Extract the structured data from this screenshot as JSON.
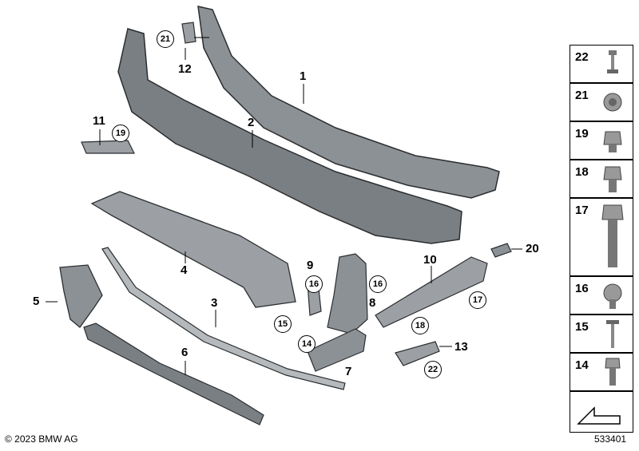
{
  "part_labels": [
    {
      "id": "l1",
      "text": "1"
    },
    {
      "id": "l2",
      "text": "2"
    },
    {
      "id": "l3",
      "text": "3"
    },
    {
      "id": "l4",
      "text": "4"
    },
    {
      "id": "l5",
      "text": "5"
    },
    {
      "id": "l6",
      "text": "6"
    },
    {
      "id": "l7",
      "text": "7"
    },
    {
      "id": "l8",
      "text": "8"
    },
    {
      "id": "l9",
      "text": "9"
    },
    {
      "id": "l10",
      "text": "10"
    },
    {
      "id": "l11",
      "text": "11"
    },
    {
      "id": "l12",
      "text": "12"
    },
    {
      "id": "l13",
      "text": "13"
    },
    {
      "id": "l20",
      "text": "20"
    }
  ],
  "circled_labels": [
    "21",
    "19",
    "16",
    "16",
    "15",
    "18",
    "17",
    "14",
    "22"
  ],
  "legend": [
    "22",
    "21",
    "19",
    "18",
    "17",
    "16",
    "15",
    "14"
  ],
  "copyright": "© 2023 BMW AG",
  "diagram_number": "533401",
  "colors": {
    "part_fill": "#8c9196",
    "part_dark": "#5f6468",
    "part_light": "#b5b9bc",
    "stroke": "#2b2e30"
  }
}
